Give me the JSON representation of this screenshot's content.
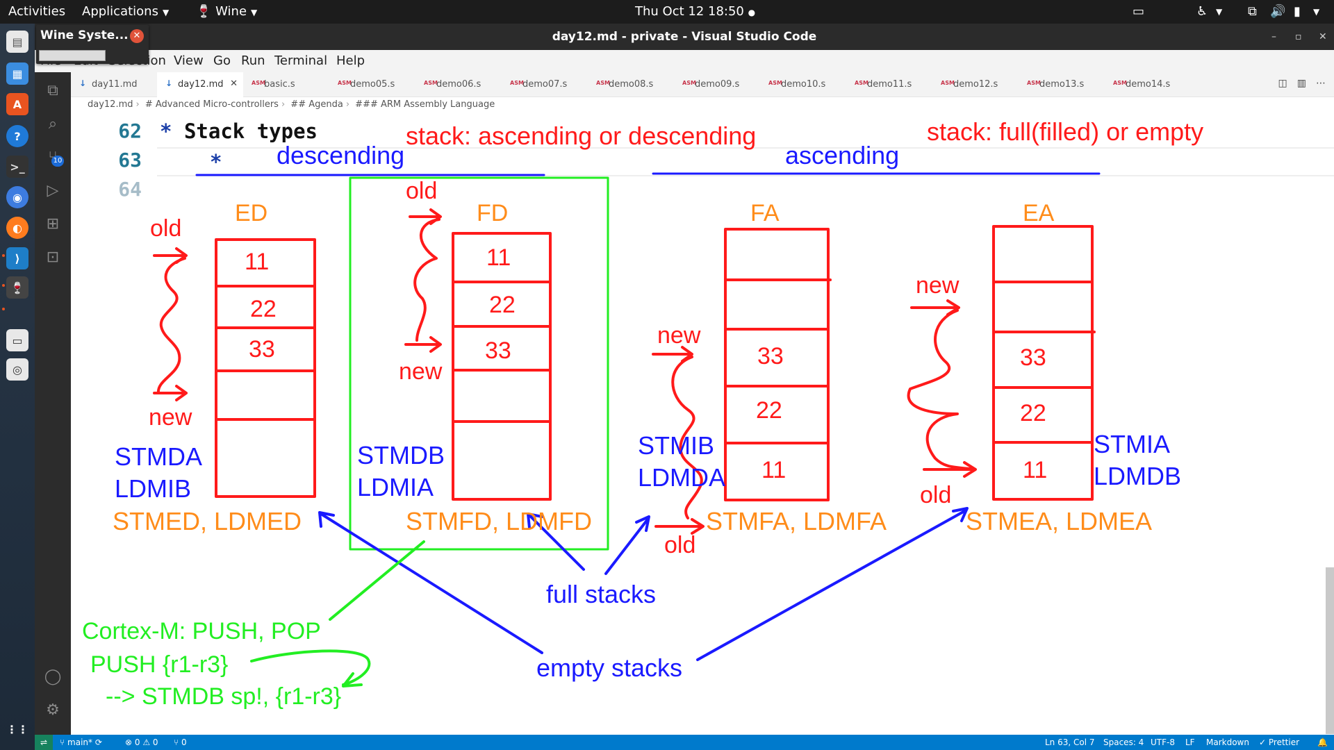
{
  "topbar": {
    "activities": "Activities",
    "applications": "Applications",
    "wine": "Wine",
    "clock": "Thu Oct 12  18:50",
    "dot": "●"
  },
  "wine_popup": {
    "title": "Wine Syste...",
    "close": "✕"
  },
  "window": {
    "title": "day12.md - private - Visual Studio Code",
    "minimize": "–",
    "maximize": "▫",
    "close": "✕"
  },
  "menu": [
    "File",
    "Edit",
    "Selection",
    "View",
    "Go",
    "Run",
    "Terminal",
    "Help"
  ],
  "tabs": [
    {
      "label": "day11.md",
      "icon": "↓"
    },
    {
      "label": "day12.md",
      "icon": "↓",
      "close": "✕"
    },
    {
      "label": "basic.s",
      "icon": "ASM"
    },
    {
      "label": "demo05.s",
      "icon": "ASM"
    },
    {
      "label": "demo06.s",
      "icon": "ASM"
    },
    {
      "label": "demo07.s",
      "icon": "ASM"
    },
    {
      "label": "demo08.s",
      "icon": "ASM"
    },
    {
      "label": "demo09.s",
      "icon": "ASM"
    },
    {
      "label": "demo10.s",
      "icon": "ASM"
    },
    {
      "label": "demo11.s",
      "icon": "ASM"
    },
    {
      "label": "demo12.s",
      "icon": "ASM"
    },
    {
      "label": "demo13.s",
      "icon": "ASM"
    },
    {
      "label": "demo14.s",
      "icon": "ASM"
    }
  ],
  "breadcrumb": [
    "day12.md",
    "# Advanced Micro-controllers",
    "## Agenda",
    "### ARM Assembly Language"
  ],
  "editor": {
    "line_numbers": [
      "62",
      "63",
      "64"
    ],
    "line62": "Stack types",
    "line63_bullet": "*",
    "line62_bullet": "*"
  },
  "annotations": {
    "heading_center": "stack: ascending or descending",
    "heading_right": "stack: full(filled) or empty",
    "descending": "descending",
    "ascending": "ascending",
    "ED": {
      "title": "ED",
      "old": "old",
      "new": "new",
      "v1": "11",
      "v2": "22",
      "v3": "33",
      "i1": "STMDA",
      "i2": "LDMIB",
      "alias": "STMED, LDMED"
    },
    "FD": {
      "title": "FD",
      "old": "old",
      "new": "new",
      "v1": "11",
      "v2": "22",
      "v3": "33",
      "i1": "STMDB",
      "i2": "LDMIA",
      "alias": "STMFD, LDMFD"
    },
    "FA": {
      "title": "FA",
      "old": "old",
      "new": "new",
      "v1": "33",
      "v2": "22",
      "v3": "11",
      "i1": "STMIB",
      "i2": "LDMDA",
      "alias": "STMFA, LDMFA"
    },
    "EA": {
      "title": "EA",
      "old": "old",
      "new": "new",
      "v1": "33",
      "v2": "22",
      "v3": "11",
      "i1": "STMIA",
      "i2": "LDMDB",
      "alias": "STMEA, LDMEA"
    },
    "full_stacks": "full stacks",
    "empty_stacks": "empty stacks",
    "cortex": "Cortex-M:   PUSH, POP",
    "push": "PUSH {r1-r3}",
    "stmdb": "--> STMDB  sp!, {r1-r3}"
  },
  "statusbar": {
    "branch": "main*",
    "errors": "⊗ 0 ⚠ 0",
    "ports": "⑂ 0",
    "position": "Ln 63, Col 7",
    "spaces": "Spaces: 4",
    "encoding": "UTF-8",
    "eol": "LF",
    "language": "Markdown",
    "prettier": "✓ Prettier"
  },
  "colors": {
    "ink_red": "#ff1a1a",
    "ink_blue": "#1a1aff",
    "ink_orange": "#ff8c1a",
    "ink_green": "#22ee22",
    "statusbar": "#007acc"
  }
}
